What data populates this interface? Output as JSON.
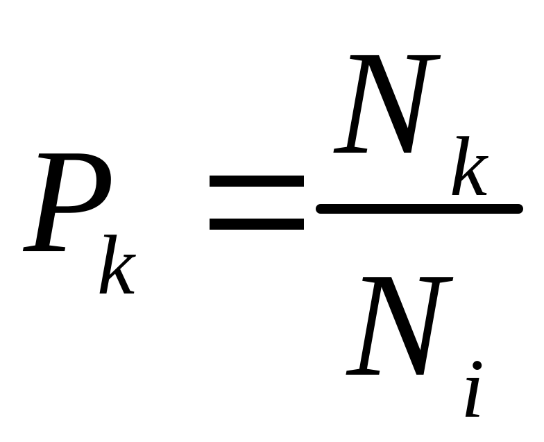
{
  "formula": {
    "lhs": {
      "symbol": "P",
      "subscript": "k"
    },
    "relation": "=",
    "numerator": {
      "symbol": "N",
      "subscript": "k"
    },
    "denominator": {
      "symbol": "N",
      "subscript": "i"
    }
  }
}
